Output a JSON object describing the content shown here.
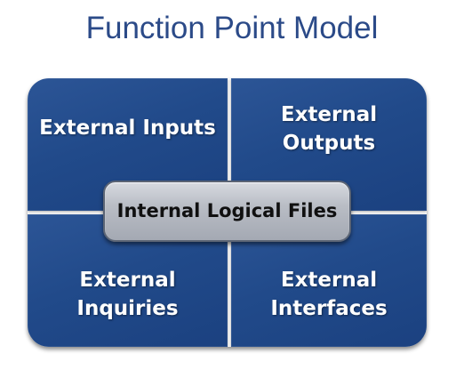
{
  "diagram": {
    "title": "Function Point Model",
    "quadrants": {
      "top_left": {
        "lines": [
          "External Inputs"
        ]
      },
      "top_right": {
        "lines": [
          "External",
          "Outputs"
        ]
      },
      "bottom_left": {
        "lines": [
          "External",
          "Inquiries"
        ]
      },
      "bottom_right": {
        "lines": [
          "External",
          "Interfaces"
        ]
      }
    },
    "center": "Internal Logical Files",
    "colors": {
      "title": "#2b4a88",
      "quadrant_fill": "#214a8a",
      "quadrant_text": "#ffffff",
      "center_fill": "#b9bdc5",
      "center_text": "#101010"
    }
  }
}
